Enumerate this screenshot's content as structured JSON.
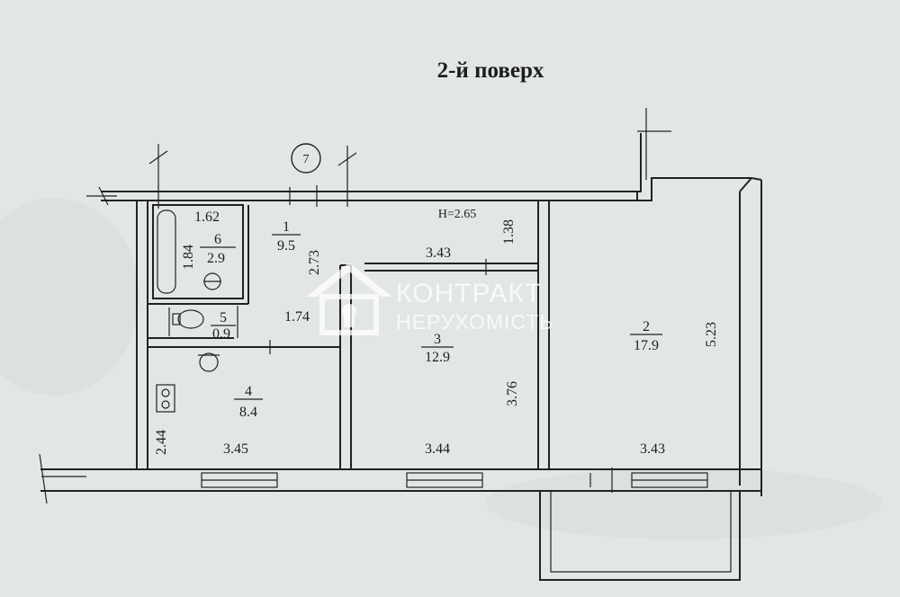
{
  "title": "2-й поверх",
  "axis_marker": "7",
  "ceiling_height": "H=2.65",
  "watermark": {
    "line1": "КОНТРАКТ",
    "line2": "НЕРУХОМІСТЬ"
  },
  "rooms": [
    {
      "number": "1",
      "area": "9.5"
    },
    {
      "number": "2",
      "area": "17.9"
    },
    {
      "number": "3",
      "area": "12.9"
    },
    {
      "number": "4",
      "area": "8.4"
    },
    {
      "number": "5",
      "area": "0.9"
    },
    {
      "number": "6",
      "area": "2.9"
    }
  ],
  "dimensions": {
    "bath_width": "1.62",
    "bath_depth": "1.84",
    "hall_depth": "2.73",
    "hall_width": "1.74",
    "room3_top": "3.43",
    "wall_seg": "1.38",
    "room3_depth": "3.76",
    "room2_depth": "5.23",
    "room4_depth": "2.44",
    "room4_width": "3.45",
    "room3_width": "3.44",
    "room2_width": "3.43"
  }
}
